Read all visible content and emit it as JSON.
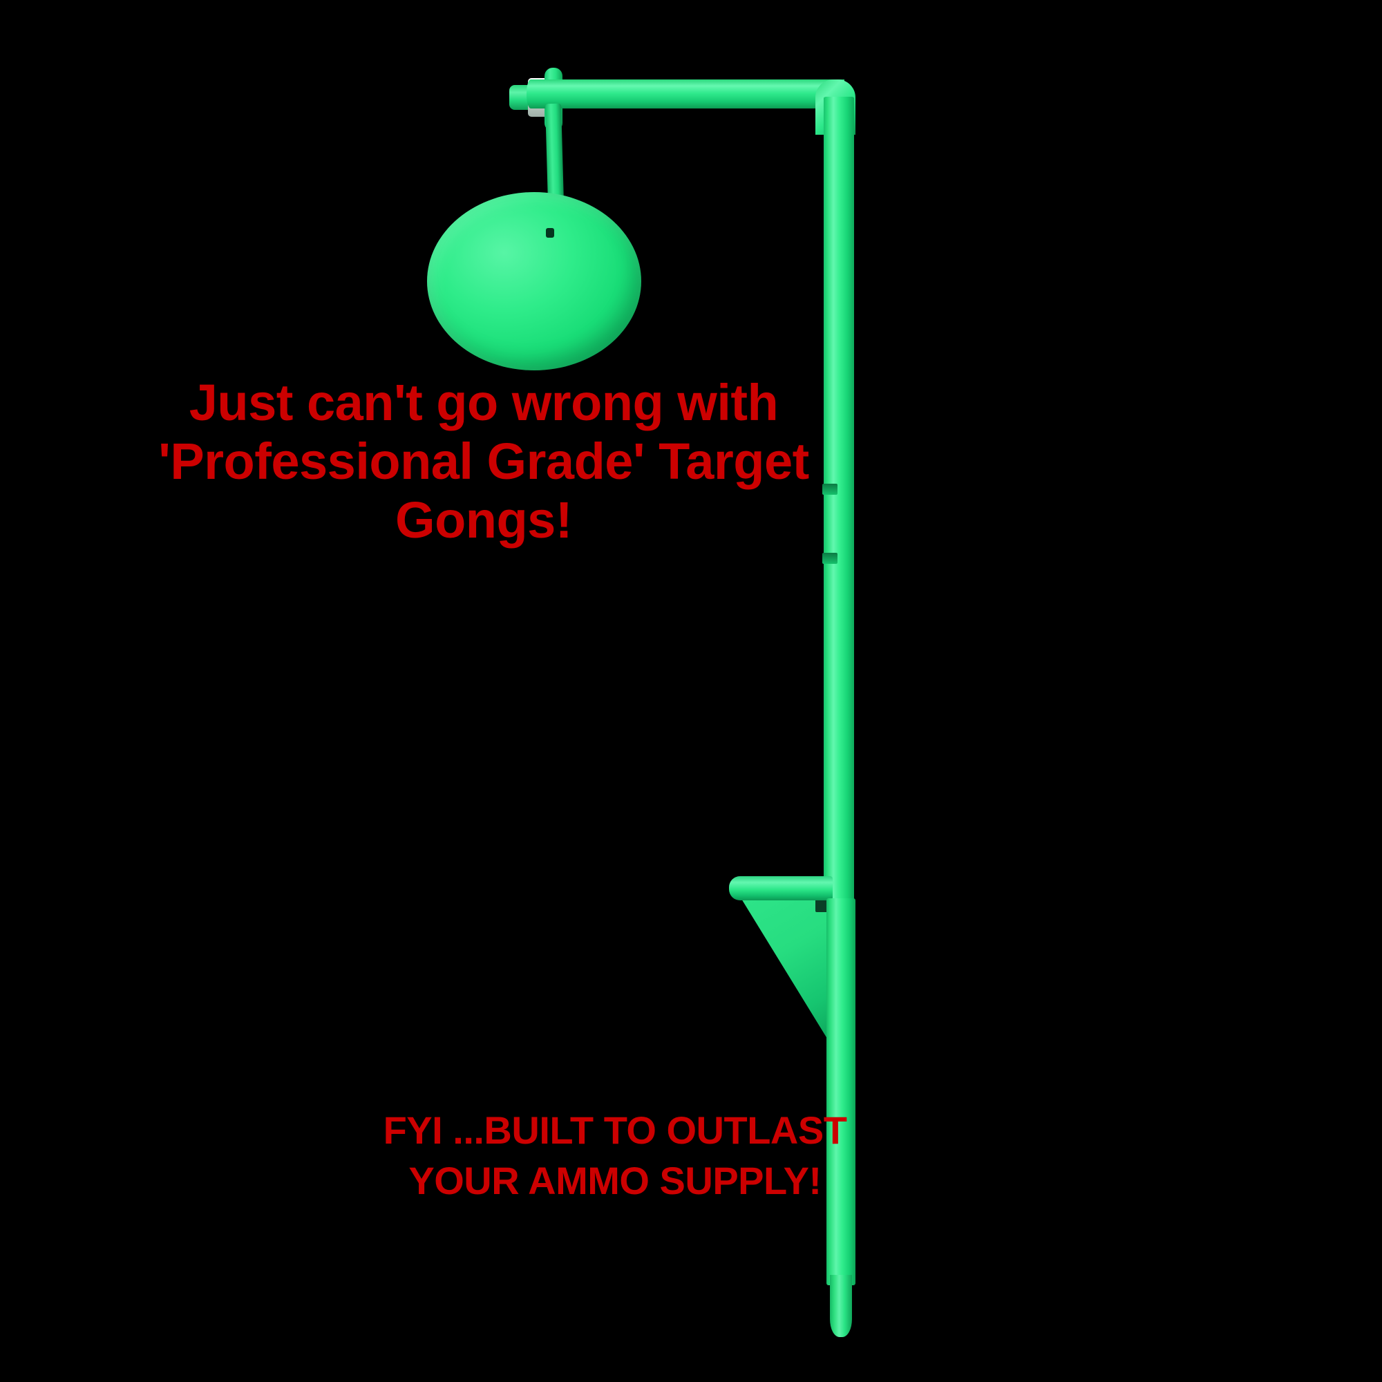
{
  "scene": {
    "title": "Professional Grade Steel Target Gong on Stake Stand",
    "background_color": "#000000",
    "accent_green": "#2ee88b",
    "caption_red": "#cc0000",
    "hardware_gray": "#c3cfc8"
  },
  "headline": {
    "line1": "Just can't go wrong with",
    "line2": "'Professional Grade' Target",
    "line3": "Gongs!"
  },
  "footnote": {
    "line1": "FYI ...BUILT TO OUTLAST",
    "line2": "YOUR AMMO SUPPLY!"
  },
  "parts": {
    "gong": "round-gong-plate",
    "hanger": "gong-hanger-strap",
    "pivot_hardware": "pivot-bolt-nut",
    "top_arm": "horizontal-top-arm",
    "elbow": "arm-elbow-bend",
    "post": "vertical-main-post",
    "stake": "ground-stake-taper",
    "stake_tip": "stake-point-tip",
    "foot_step": "foot-step-tube",
    "gusset": "triangular-gusset-plate",
    "notch_a": "weld-notch-upper",
    "notch_b": "weld-notch-lower"
  }
}
